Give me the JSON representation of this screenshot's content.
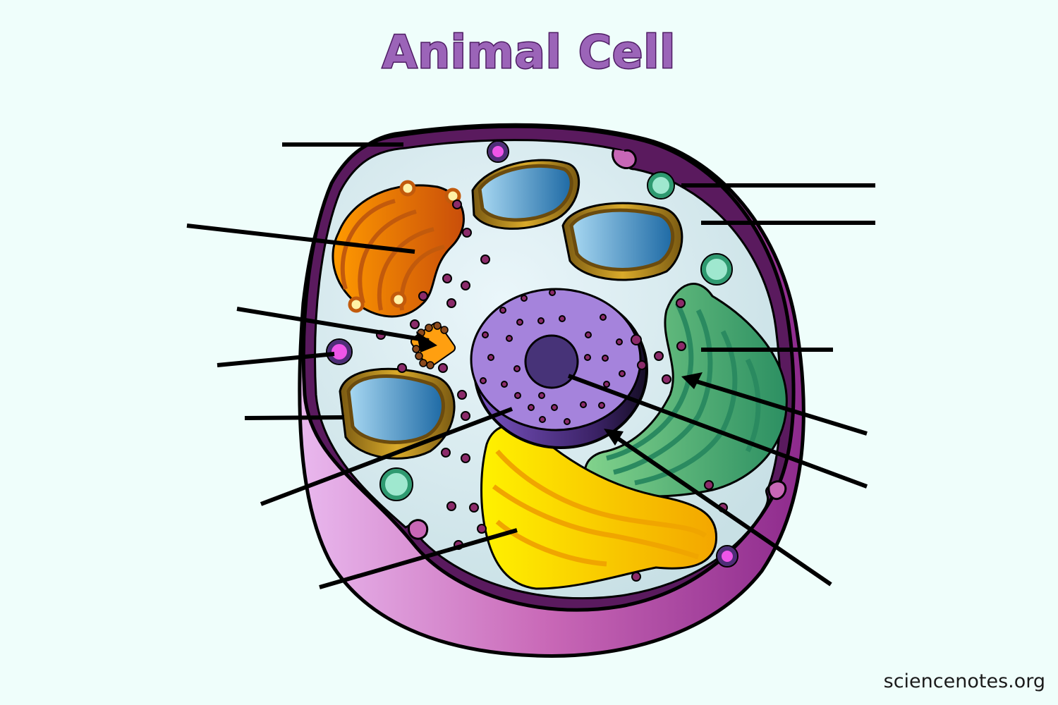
{
  "title": "Animal Cell",
  "watermark": "sciencenotes.org",
  "colors": {
    "background": "#effefb",
    "title_fill": "#9b64b8",
    "title_stroke": "#4d1b63",
    "cell_membrane": "#5a1a5e",
    "cell_wall_outer": "#c86ab8",
    "cytoplasm": "#cfe5ea",
    "nucleus": "#a583dc",
    "nucleolus": "#473378",
    "ribosome": "#8b2b6a",
    "golgi": "#f2c100",
    "rough_er": "#3a9e72",
    "smooth_er_golgi_left": "#e6781a",
    "mitochondria_matrix": "#3e8ccc",
    "mitochondria_shell": "#c79a1c",
    "vacuole": "#9fe8cf",
    "lysosome": "#ee55e8",
    "leader_line": "#000000"
  },
  "diagram": {
    "type": "unlabeled-cell-diagram",
    "label_blanks": [
      {
        "id": "cell-membrane",
        "side": "left"
      },
      {
        "id": "golgi-apparatus-left",
        "side": "left"
      },
      {
        "id": "centrosome",
        "side": "left"
      },
      {
        "id": "lysosome-left",
        "side": "left"
      },
      {
        "id": "mitochondrion-left",
        "side": "left"
      },
      {
        "id": "nucleus",
        "side": "left"
      },
      {
        "id": "golgi-body",
        "side": "left"
      },
      {
        "id": "vacuole",
        "side": "right"
      },
      {
        "id": "cytoplasm",
        "side": "right"
      },
      {
        "id": "rough-er",
        "side": "right"
      },
      {
        "id": "ribosome",
        "side": "right"
      },
      {
        "id": "nucleolus",
        "side": "right"
      },
      {
        "id": "nuclear-envelope",
        "side": "right"
      },
      {
        "id": "smooth-er",
        "side": "right"
      }
    ]
  }
}
